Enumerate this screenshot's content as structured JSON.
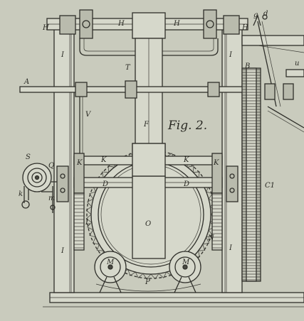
{
  "figure": {
    "title": "Fig. 2."
  },
  "labels": {
    "H_left": "H",
    "H_beam_left": "H",
    "H_beam_right": "H",
    "H_right": "H",
    "I_left_top": "I",
    "I_right_top": "I",
    "I_left_bottom": "I",
    "I_right_bottom": "I",
    "A": "A",
    "T": "T",
    "F": "F",
    "V": "V",
    "B": "B",
    "g": "g",
    "d": "d",
    "S": "S",
    "Q": "Q",
    "k": "k",
    "m": "m",
    "K_left": "K",
    "K_right": "K",
    "K_beam_left": "K",
    "K_beam_right": "K",
    "D_left": "D",
    "D_right": "D",
    "O": "O",
    "P": "P",
    "M_left": "M",
    "M_right": "M",
    "C1": "C1",
    "u": "u",
    "N": "N",
    "L": "L"
  }
}
